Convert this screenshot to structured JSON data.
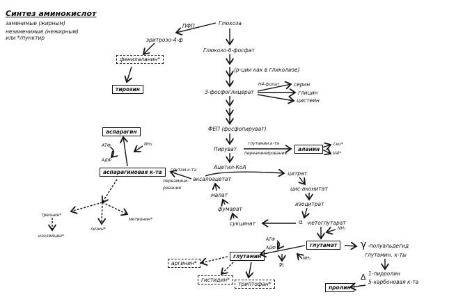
{
  "legend": {
    "title": "Синтез аминокислот",
    "replaceable": "заменимые (жирным)",
    "essential_line1": "незаменимые (нежирным)",
    "essential_line2": "или */пунктир"
  },
  "nodes": {
    "glucose": "Глюкоза",
    "ppp": "ПФП",
    "erythrose": "эритрозо-4-ф",
    "phenylalanine": "фенилаланин*",
    "tyrosine": "тирозин",
    "g6p": "Глюкозо-6-фосфат",
    "glycolysis_note": "(р-ции как в гликолизе)",
    "pg3": "3-фосфоглицерат",
    "h4folate": "Н4-фолат",
    "serine": "серин",
    "glycine": "глицин",
    "cysteine": "цистеин",
    "pep": "ФЕП (фосфопируват)",
    "pyruvate": "Пируват",
    "glutamic_acid_label": "глутамин.к-та",
    "transamination_label": "переаминирование",
    "alanine": "аланин",
    "leu": "Leu*",
    "val": "Val*",
    "acetyl_coa": "Ацетил-КоА",
    "citrate": "цитрат",
    "cis_aconitate": "цис-аконитат",
    "isocitrate": "изоцитрат",
    "alpha_kg": "-кетоглутарат",
    "alpha_symbol": "α",
    "succinate": "сукцинат",
    "fumarate": "фумарат",
    "malate": "малат",
    "oxaloacetate": "аксалоацетат",
    "glut_label2": "глутам.к-та",
    "transam_line1": "переамини-",
    "transam_line2": "рование",
    "aspartic_acid": "аспарагиновая к-та",
    "asparagine": "аспарагин",
    "atp": "АТФ",
    "adp": "АДФ",
    "nh3": "NH₃",
    "threonine": "треонин*",
    "isoleucine": "изолейцин*",
    "lysine": "лизин*",
    "methionine": "метионин*",
    "glutamate": "глутамат",
    "nh3_2": "NH₃",
    "atp2": "АТФ",
    "adp2": "АДФ",
    "nh3_3": "NH₃",
    "pi": "Pi",
    "glutamine": "глутамин",
    "arginine": "аргинин*",
    "histidine": "гистидин*",
    "tryptophan": "триптофан*",
    "gamma_symbol": "γ",
    "semialdehyde": "-полуальдегид",
    "glutamic_acid2": "глутамин. к-ты",
    "delta_symbol": "Δ",
    "pyrroline1": "1-пирролин",
    "pyrroline2": "5-карбоновая к-та",
    "proline": "пролин"
  }
}
